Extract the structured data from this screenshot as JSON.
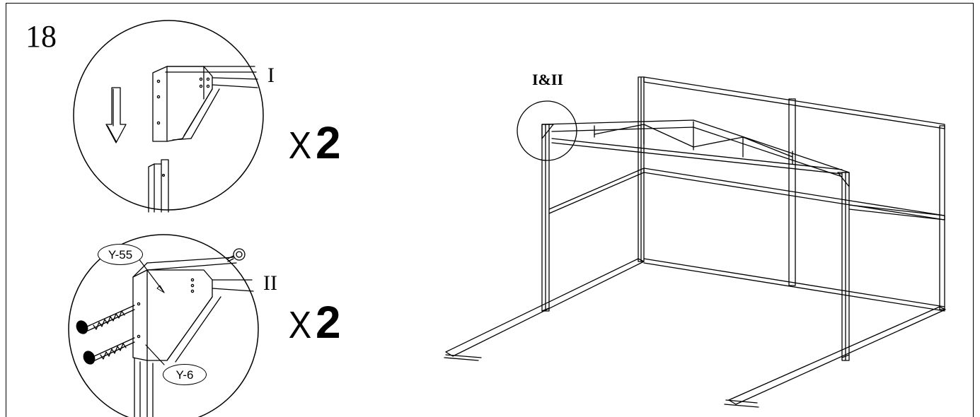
{
  "step": {
    "number": "18"
  },
  "details": [
    {
      "roman": "I",
      "quantity_prefix": "X",
      "quantity_value": "2"
    },
    {
      "roman": "II",
      "quantity_prefix": "X",
      "quantity_value": "2",
      "parts": [
        {
          "code": "Y-55"
        },
        {
          "code": "Y-6"
        }
      ]
    }
  ],
  "overview": {
    "callout_label": "I&II"
  },
  "colors": {
    "line": "#000000",
    "background": "#ffffff"
  },
  "icons": [
    "down-arrow-icon",
    "screw-icon",
    "bolt-icon"
  ]
}
